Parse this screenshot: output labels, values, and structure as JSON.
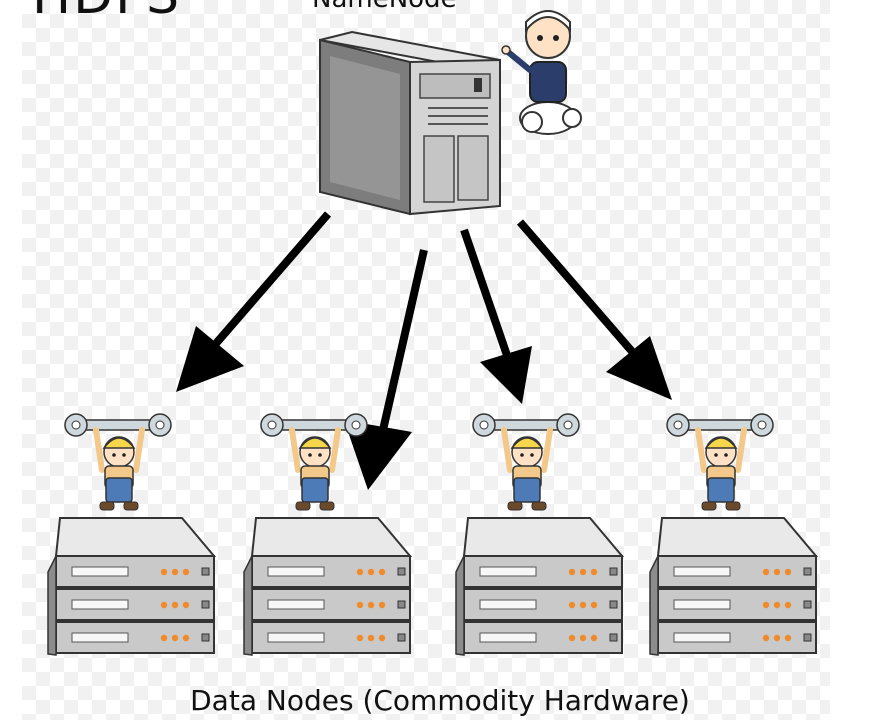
{
  "title": "HDFS",
  "namenode": {
    "label": "NameNode"
  },
  "datanodes": {
    "label": "Data Nodes (Commodity Hardware)",
    "count": 4
  },
  "colors": {
    "server_body": "#c9c9c9",
    "server_dark": "#8c8c8c",
    "arrow": "#000000",
    "led": "#f08a2a",
    "worker_shirt": "#f2c98a",
    "worker_overalls": "#4d7bb8"
  },
  "icons": [
    "police-officer-icon",
    "worker-icon",
    "wrench-icon",
    "tower-server-icon",
    "rack-server-icon"
  ]
}
